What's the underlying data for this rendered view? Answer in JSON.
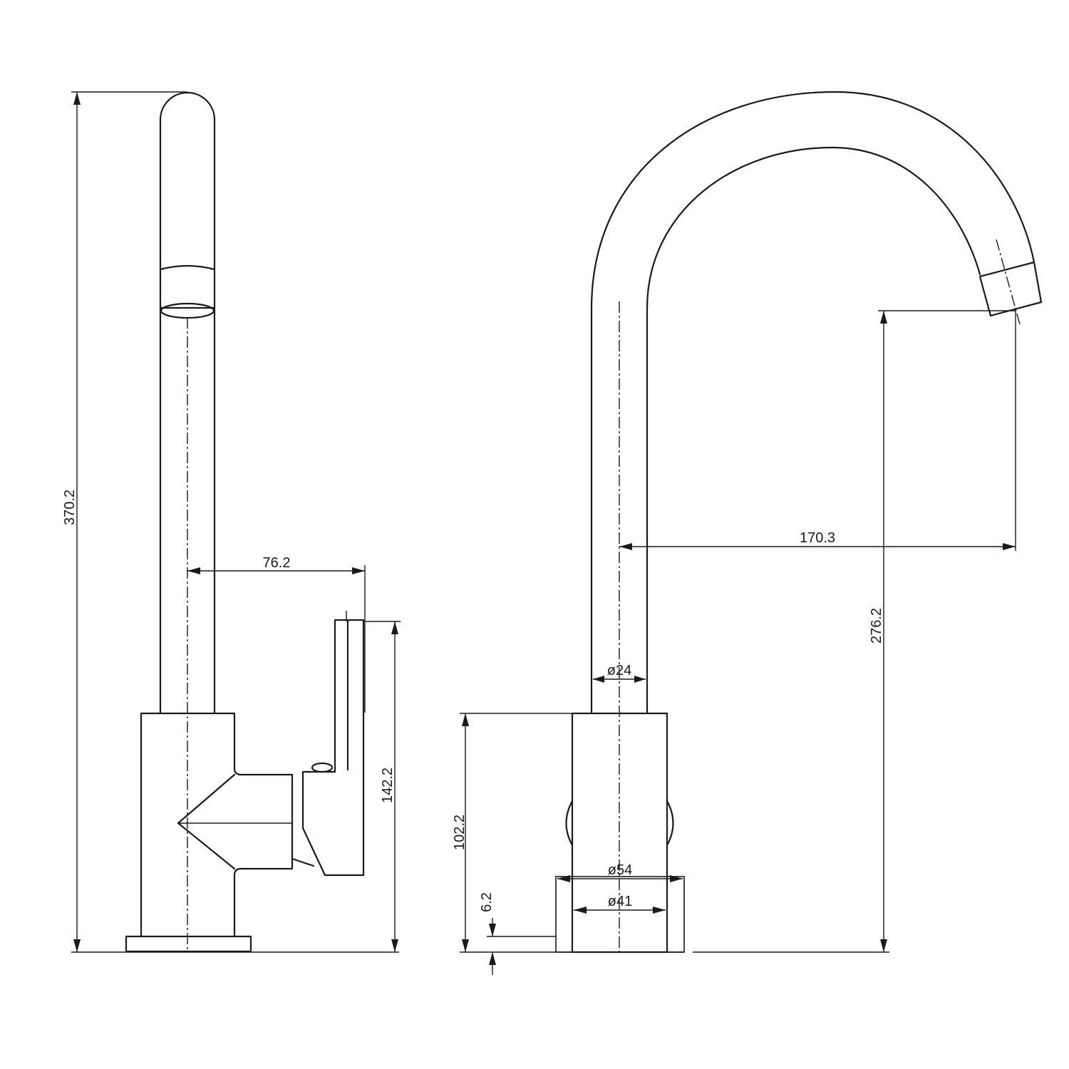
{
  "dimensions": {
    "total_height": "370.2",
    "handle_reach": "76.2",
    "handle_height": "142.2",
    "spout_reach": "170.3",
    "spout_height": "276.2",
    "body_height": "102.2",
    "base_height": "6.2",
    "spout_diameter": "ø24",
    "body_diameter": "ø54",
    "body_inner_diameter": "ø41"
  }
}
